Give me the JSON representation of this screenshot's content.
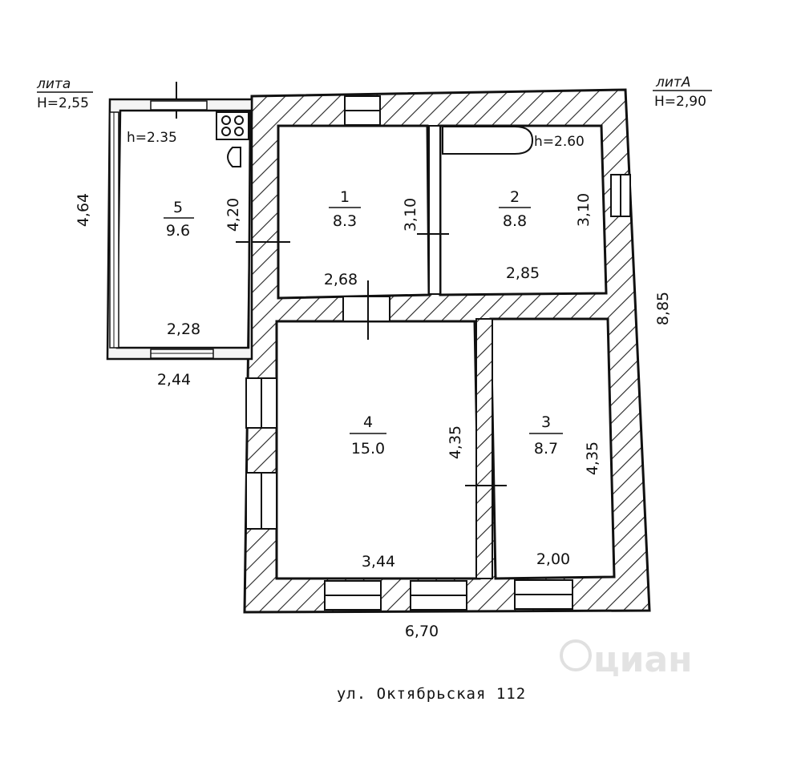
{
  "annexe": {
    "name": "лита",
    "height": "H=2,55"
  },
  "main_house": {
    "name": "литА",
    "height": "H=2,90"
  },
  "rooms": [
    {
      "number": "5",
      "area": "9.6",
      "ceiling": "h=2.35",
      "width": "2,28",
      "depth": "4,20"
    },
    {
      "number": "1",
      "area": "8.3",
      "width": "2,68",
      "depth": "3,10"
    },
    {
      "number": "2",
      "area": "8.8",
      "ceiling": "h=2.60",
      "width": "2,85",
      "depth": "3,10"
    },
    {
      "number": "4",
      "area": "15.0",
      "width": "3,44",
      "depth": "4,35"
    },
    {
      "number": "3",
      "area": "8.7",
      "width": "2,00",
      "depth": "4,35"
    }
  ],
  "outer_dimensions": {
    "annexe_depth": "4,64",
    "annexe_width": "2,44",
    "house_depth": "8,85",
    "house_width": "6,70"
  },
  "address": "ул. Октябрьская 112",
  "watermark": "циан"
}
